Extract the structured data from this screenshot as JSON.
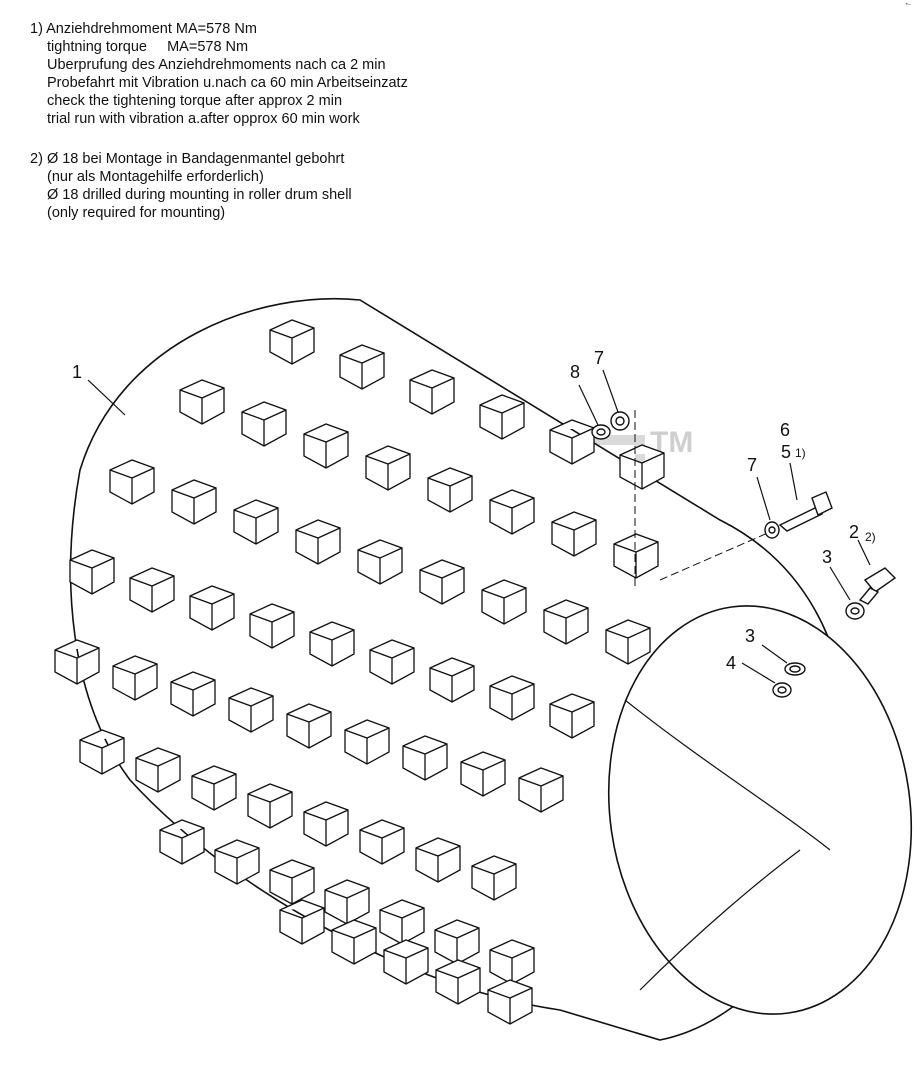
{
  "notes": {
    "note1": {
      "number": "1)",
      "lines": [
        "Anziehdrehmoment MA=578 Nm",
        "tightning torque     MA=578 Nm",
        "Uberprufung des Anziehdrehmoments nach ca 2 min",
        "Probefahrt mit Vibration u.nach ca 60 min Arbeitseinzatz",
        "check the tightening torque after approx 2 min",
        "trial run with vibration a.after opprox 60 min work"
      ]
    },
    "note2": {
      "number": "2)",
      "lines": [
        "Ø 18 bei Montage in Bandagenmantel gebohrt",
        "(nur als Montagehilfe erforderlich)",
        "Ø 18 drilled during mounting in roller drum shell",
        "(only required for mounting)"
      ]
    }
  },
  "callouts": [
    {
      "id": "drum",
      "label": "1"
    },
    {
      "id": "nut-top",
      "label": "8"
    },
    {
      "id": "washer-top",
      "label": "7"
    },
    {
      "id": "bolt-label-6",
      "label": "6"
    },
    {
      "id": "bolt",
      "label": "5",
      "note": "1)"
    },
    {
      "id": "washer-bolt",
      "label": "7"
    },
    {
      "id": "screw",
      "label": "2",
      "note": "2)"
    },
    {
      "id": "washer-screw",
      "label": "3"
    },
    {
      "id": "washer-lower",
      "label": "3"
    },
    {
      "id": "nut-lower",
      "label": "4"
    }
  ],
  "watermark": {
    "symbol": "TM"
  },
  "corner_mark": "•–"
}
